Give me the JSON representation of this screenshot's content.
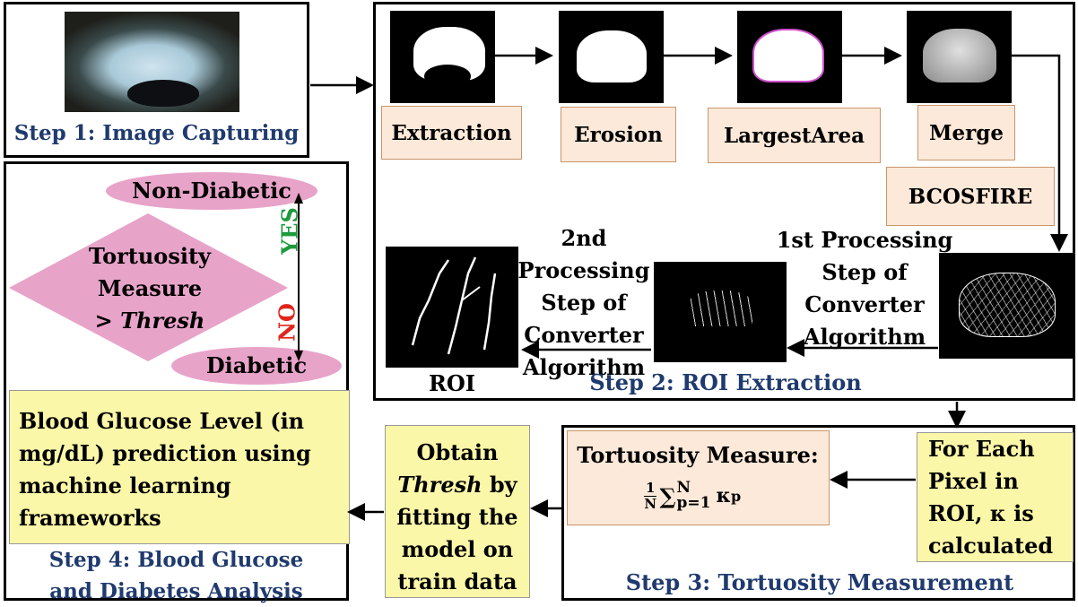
{
  "step1": {
    "title": "Step 1: Image Capturing"
  },
  "step2": {
    "title": "Step 2: ROI Extraction",
    "stages": {
      "extraction": "Extraction",
      "erosion": "Erosion",
      "largest_area": "LargestArea",
      "merge": "Merge",
      "bcosfire": "BCOSFIRE"
    },
    "first_processing": [
      "1st Processing",
      "Step of",
      "Converter",
      "Algorithm"
    ],
    "second_processing": [
      "2nd Processing",
      "Step of",
      "Converter",
      "Algorithm"
    ],
    "roi_label": "ROI"
  },
  "decision": {
    "top": "Non-Diabetic",
    "bottom": "Diabetic",
    "diamond_lines": [
      "Tortuosity",
      "Measure",
      "> Thresh"
    ],
    "yes": "YES",
    "no": "NO"
  },
  "step3": {
    "title": "Step 3: Tortuosity Measurement",
    "pixel_lines": [
      "For Each",
      "Pixel in",
      "ROI, κ is",
      "calculated"
    ],
    "measure_title": "Tortuosity Measure:",
    "formula_n_top": "1",
    "formula_n_bottom": "N",
    "formula_sum_top": "N",
    "formula_sum_bottom": "p=1",
    "formula_kappa": "κ",
    "formula_sub": "p"
  },
  "thresh": {
    "lines": [
      "Obtain",
      "Thresh by",
      "fitting the",
      "model on",
      "train data"
    ]
  },
  "step4": {
    "title_lines": [
      "Step 4: Blood Glucose",
      "and Diabetes Analysis"
    ],
    "prediction": "Blood Glucose Level (in mg/dL) prediction using machine learning frameworks"
  },
  "colors": {
    "navy": "#1f3a6e",
    "orange_fill": "#fde9d9",
    "pink": "#e8a3c9",
    "yellow": "#fbf7a8",
    "yes_green": "#1d9a3c",
    "no_red": "#e0261c"
  }
}
